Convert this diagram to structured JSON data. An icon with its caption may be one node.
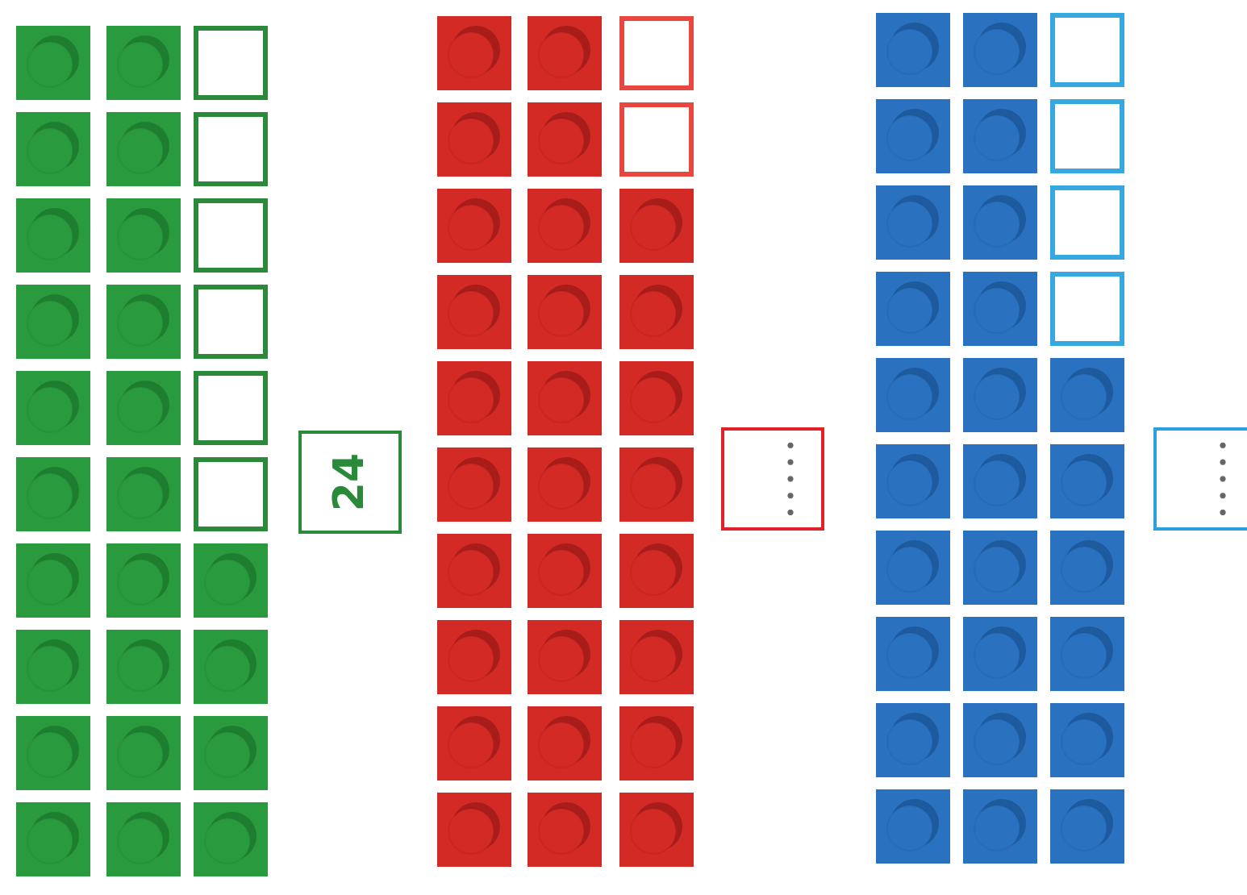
{
  "diagram": {
    "nodes": [
      {
        "text": [
          "24"
        ]
      },
      {
        "text": [],
        "shape": "box"
      },
      {
        "text": [],
        "shape": "box"
      }
    ]
  }
}
